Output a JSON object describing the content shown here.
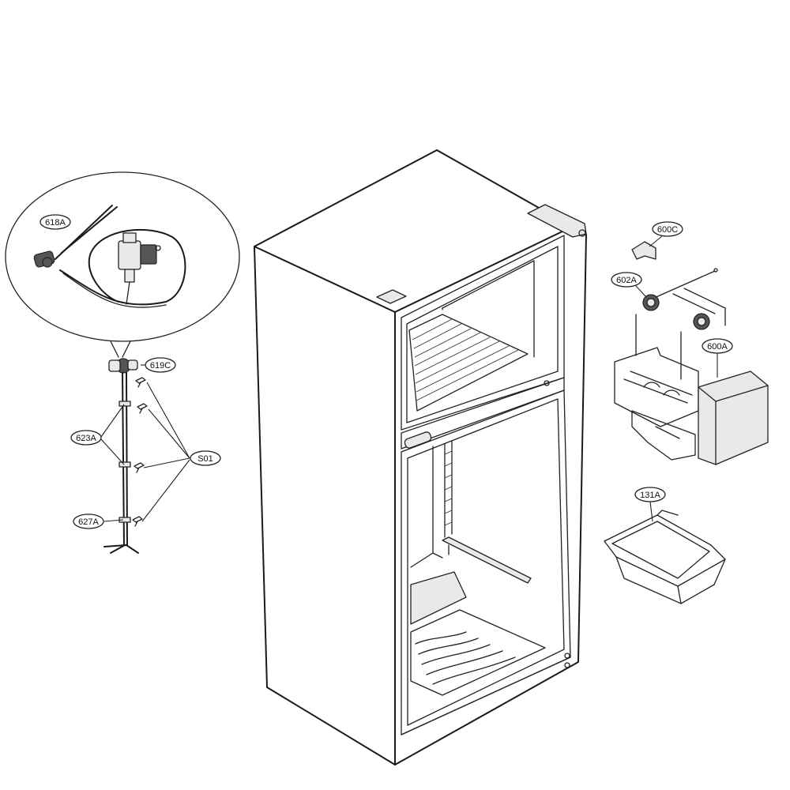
{
  "callouts": {
    "c618A": "618A",
    "c619C": "619C",
    "c623A": "623A",
    "cS01": "S01",
    "c627A": "627A",
    "c600C": "600C",
    "c602A": "602A",
    "c600A": "600A",
    "c131A": "131A"
  }
}
